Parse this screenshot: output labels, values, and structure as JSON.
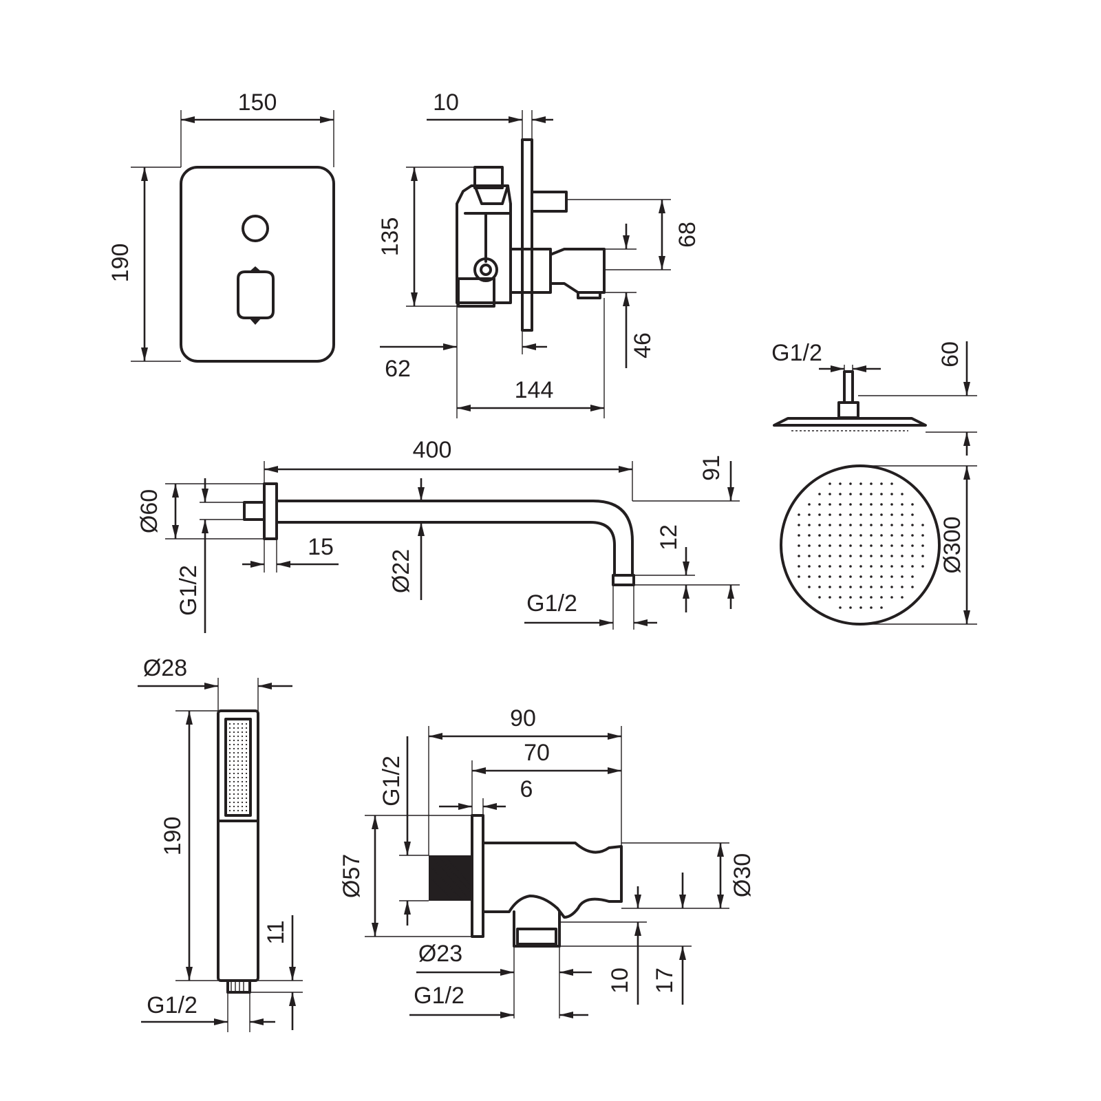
{
  "labels": {
    "panel_width": "150",
    "panel_height": "190",
    "valve_plate": "10",
    "valve_height": "135",
    "valve_outlet_spacing": "68",
    "valve_offset": "62",
    "valve_outlet_height": "46",
    "valve_depth": "144",
    "arm_length": "400",
    "arm_drop": "91",
    "flange_diameter": "Ø60",
    "flange_thread": "G1/2",
    "flange_depth": "15",
    "arm_diameter": "Ø22",
    "arm_end_length": "12",
    "arm_end_thread": "G1/2",
    "head_thread": "G1/2",
    "head_height": "60",
    "head_diameter": "Ø300",
    "hand_diameter": "Ø28",
    "hand_length": "190",
    "hand_thread_length": "11",
    "hand_thread": "G1/2",
    "elbow_total": "90",
    "elbow_body": "70",
    "elbow_plate": "6",
    "elbow_in_thread": "G1/2",
    "elbow_flange": "Ø57",
    "elbow_holder": "Ø30",
    "elbow_outlet_dia": "Ø23",
    "elbow_outlet_thread": "G1/2",
    "elbow_outlet_len": "10",
    "elbow_outlet_drop": "17"
  }
}
